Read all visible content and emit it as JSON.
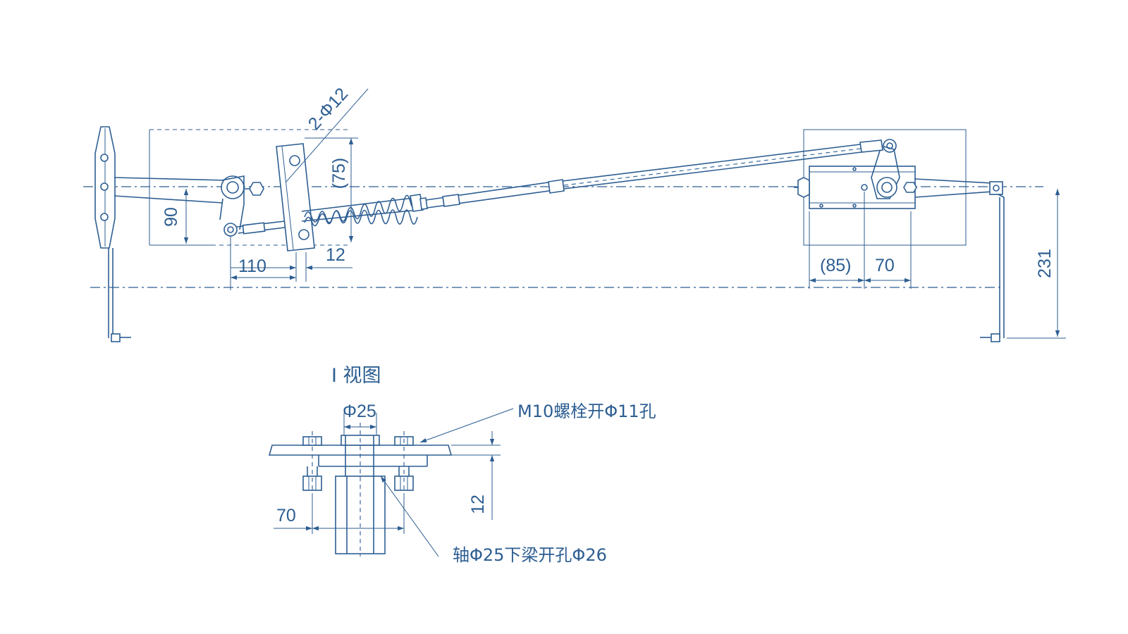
{
  "top_view": {
    "hole_note": "2-Φ12",
    "dim_75": "(75)",
    "dim_90": "90",
    "dim_110": "110",
    "dim_12_top": "12",
    "dim_85": "(85)",
    "dim_70_right": "70",
    "dim_231": "231"
  },
  "detail_view": {
    "title": "I 视图",
    "dim_phi25": "Φ25",
    "bolt_note": "M10螺栓开Φ11孔",
    "dim_12": "12",
    "dim_70": "70",
    "shaft_note": "轴Φ25下梁开孔Φ26"
  },
  "colors": {
    "line": "#2d5e92",
    "background": "#ffffff"
  }
}
